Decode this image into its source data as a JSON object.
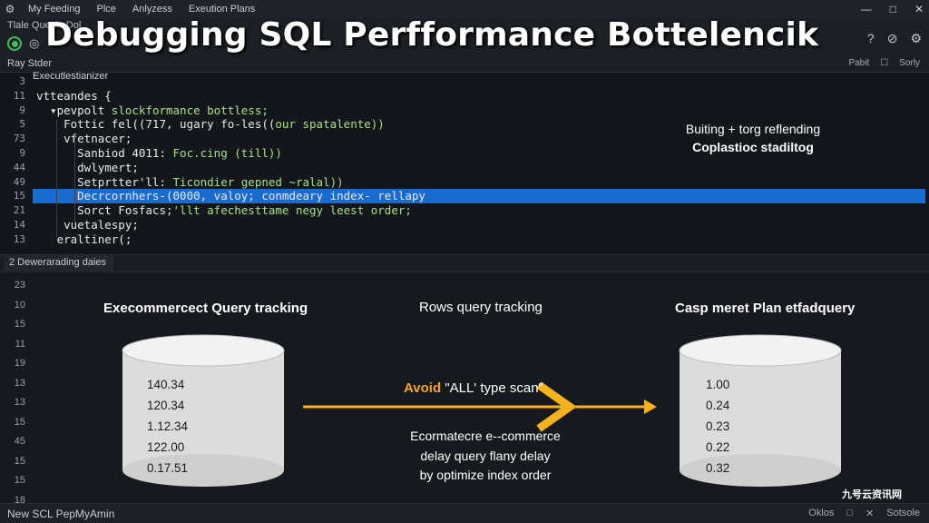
{
  "menubar": {
    "items": [
      "My Feeding",
      "Plce",
      "Anlyzess",
      "Exeution Plans"
    ],
    "app_icon": "gear-icon",
    "window_controls": [
      "—",
      "□",
      "✕"
    ]
  },
  "toolbar": {
    "sub_left": "Tlale   Quesle Dol",
    "right_icons": [
      "help-icon",
      "ban-icon",
      "settings-icon"
    ]
  },
  "title_overlay": "Debugging SQL Perfformance Bottelencik",
  "panel": {
    "label": "Ray Stder",
    "editor_tab": "Executlestianizer",
    "right_items": [
      "Pabit",
      "☐",
      "Sorly"
    ]
  },
  "editor": {
    "line_numbers": [
      "3",
      "11",
      "9",
      "5",
      "73",
      "9",
      "44",
      "49",
      "15",
      "21",
      "14",
      "13"
    ],
    "lines": [
      {
        "text": "",
        "green": ""
      },
      {
        "text": "vtteandes {",
        "green": ""
      },
      {
        "text": "  ▾pevpolt ",
        "green": "slockformance bottless;"
      },
      {
        "text": "    Fottic fel((717, ugary fo-les((",
        "green": "our spatalente))"
      },
      {
        "text": "    vfetnacer;",
        "green": ""
      },
      {
        "text": "      Sanbiod 4011: ",
        "green": "Foc.cing (till))"
      },
      {
        "text": "      dwlymert;",
        "green": ""
      },
      {
        "text": "      Setprtter'll: ",
        "green": "Ticondier gepned ~ralal))"
      },
      {
        "text": "      Decrcornhers-(0000, valoy; conmdeary index- rellapy",
        "green": ""
      },
      {
        "text": "      Sorct Fosfacs;",
        "green": "'llt afechesttame negy leest order;"
      },
      {
        "text": "    vuetalespy;",
        "green": ""
      },
      {
        "text": "   eraltiner(;",
        "green": ""
      }
    ],
    "highlighted_index": 8,
    "side_note_line1": "Buiting + torg reflending",
    "side_note_line2": "Coplastioc stadiltog"
  },
  "lower_tab": "2 Dewerarading daies",
  "lower": {
    "line_numbers": [
      "23",
      "10",
      "15",
      "11",
      "19",
      "13",
      "13",
      "15",
      "45",
      "15",
      "15",
      "18"
    ],
    "left_head": "Execommercect Query tracking",
    "mid_head": "Rows query tracking",
    "right_head": "Casp meret Plan etfadquery",
    "left_values": [
      "140.34",
      "120.34",
      "1.12.34",
      "122.00",
      "0.17.51"
    ],
    "right_values": [
      "1.00",
      "0.24",
      "0.23",
      "0.22",
      "0.32"
    ],
    "avoid_kw": "Avoid",
    "avoid_rest": "\"ALL' type scan\"",
    "explain_lines": [
      "Ecormatecre e--commerce",
      "delay query flany delay",
      "by optimize index order"
    ],
    "arrow_color": "#f5b21b"
  },
  "statusbar": {
    "left": "New SCL PepMyAmin",
    "right_items": [
      "Oklos",
      "□",
      "✕",
      "Sotsole"
    ]
  },
  "watermark": "九号云资讯网"
}
